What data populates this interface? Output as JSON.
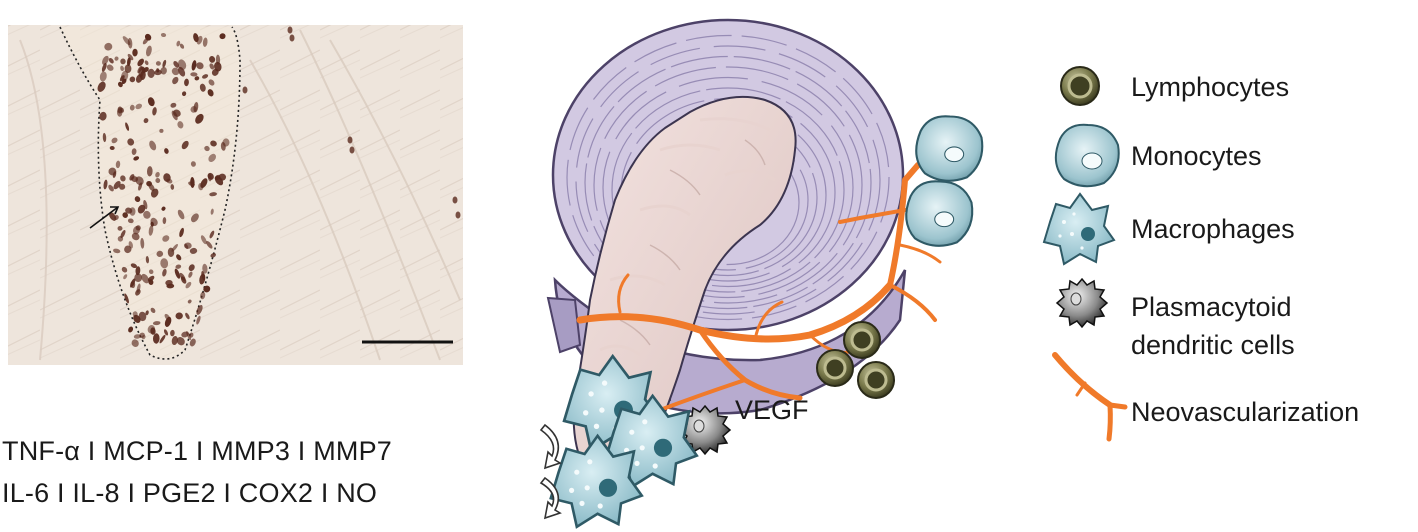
{
  "figure": {
    "vegf_label": "VEGF",
    "mediators": {
      "line1": "TNF-α I MCP-1 I MMP3 I MMP7",
      "line2": "IL-6 I IL-8 I PGE2 I COX2 I NO"
    },
    "legend": {
      "items": [
        {
          "label": "Lymphocytes",
          "icon": "lymphocyte-icon"
        },
        {
          "label": "Monocytes",
          "icon": "monocyte-icon"
        },
        {
          "label": "Macrophages",
          "icon": "macrophage-icon"
        },
        {
          "label": "Plasmacytoid\ndendritic cells",
          "icon": "dendritic-cell-icon"
        },
        {
          "label": "Neovascularization",
          "icon": "neovascularization-icon"
        }
      ]
    },
    "colors": {
      "annulus": "#cfc6de",
      "annulus_stroke": "#5b4f78",
      "nucleus": "#ecd9d6",
      "vessel": "#f07a2a",
      "lymphocyte": "#6b6b40",
      "monocyte": "#a9cdd6",
      "macrophage": "#a8d3dc",
      "histology_bg": "#efe7df",
      "stain": "#5a2a1e"
    }
  }
}
